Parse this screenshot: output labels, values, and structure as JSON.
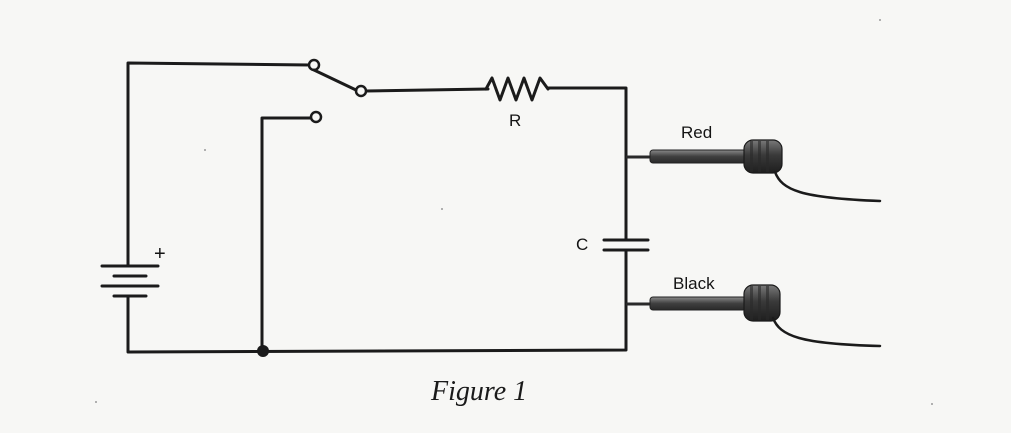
{
  "labels": {
    "resistor": "R",
    "capacitor": "C",
    "battery_polarity": "+",
    "red_probe": "Red",
    "black_probe": "Black"
  },
  "caption": "Figure 1",
  "colors": {
    "ink": "#1b1b1b",
    "paper": "#f7f7f5",
    "probe_body": "#555555",
    "probe_grip": "#3a3a3a"
  },
  "components": [
    "battery",
    "spdt-switch",
    "resistor",
    "capacitor",
    "red-probe",
    "black-probe",
    "junction-node"
  ]
}
